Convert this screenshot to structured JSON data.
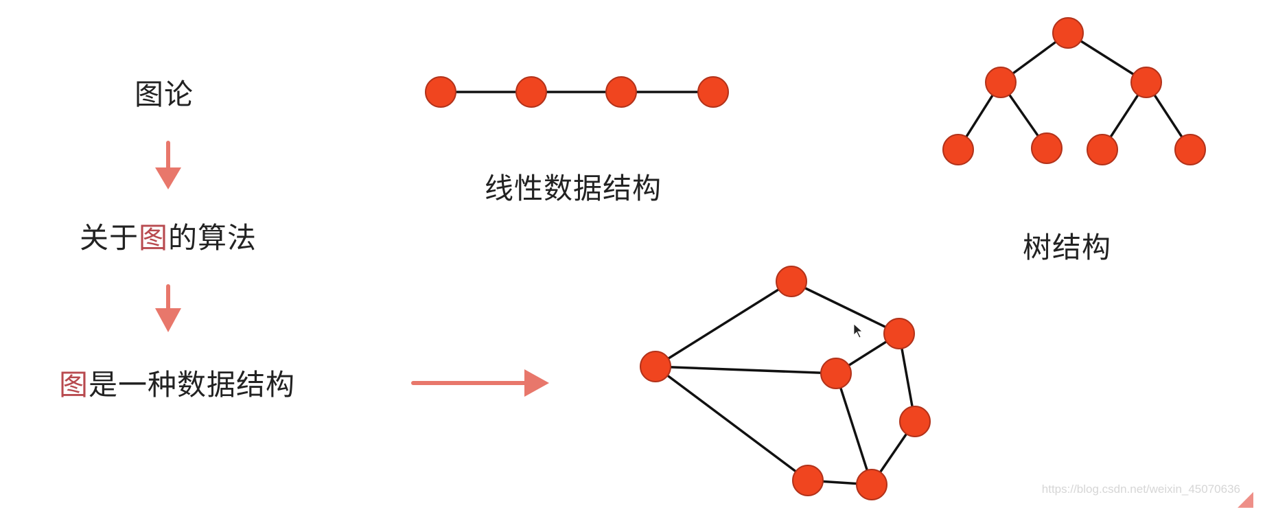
{
  "labels": {
    "graph_theory": "图论",
    "graph_algorithms": {
      "before": "关于",
      "highlight": "图",
      "after": "的算法"
    },
    "graph_is_data_structure": {
      "highlight": "图",
      "after": "是一种数据结构"
    },
    "linear_structure": "线性数据结构",
    "tree_structure": "树结构"
  },
  "watermark": "https://blog.csdn.net/weixin_45070636",
  "colors": {
    "node_fill": "#f0451f",
    "edge": "#111111",
    "arrow": "#e8776b",
    "highlight_text": "#b84a4f"
  },
  "icons": [
    "cursor-icon",
    "arrow-down-icon",
    "arrow-right-icon"
  ]
}
